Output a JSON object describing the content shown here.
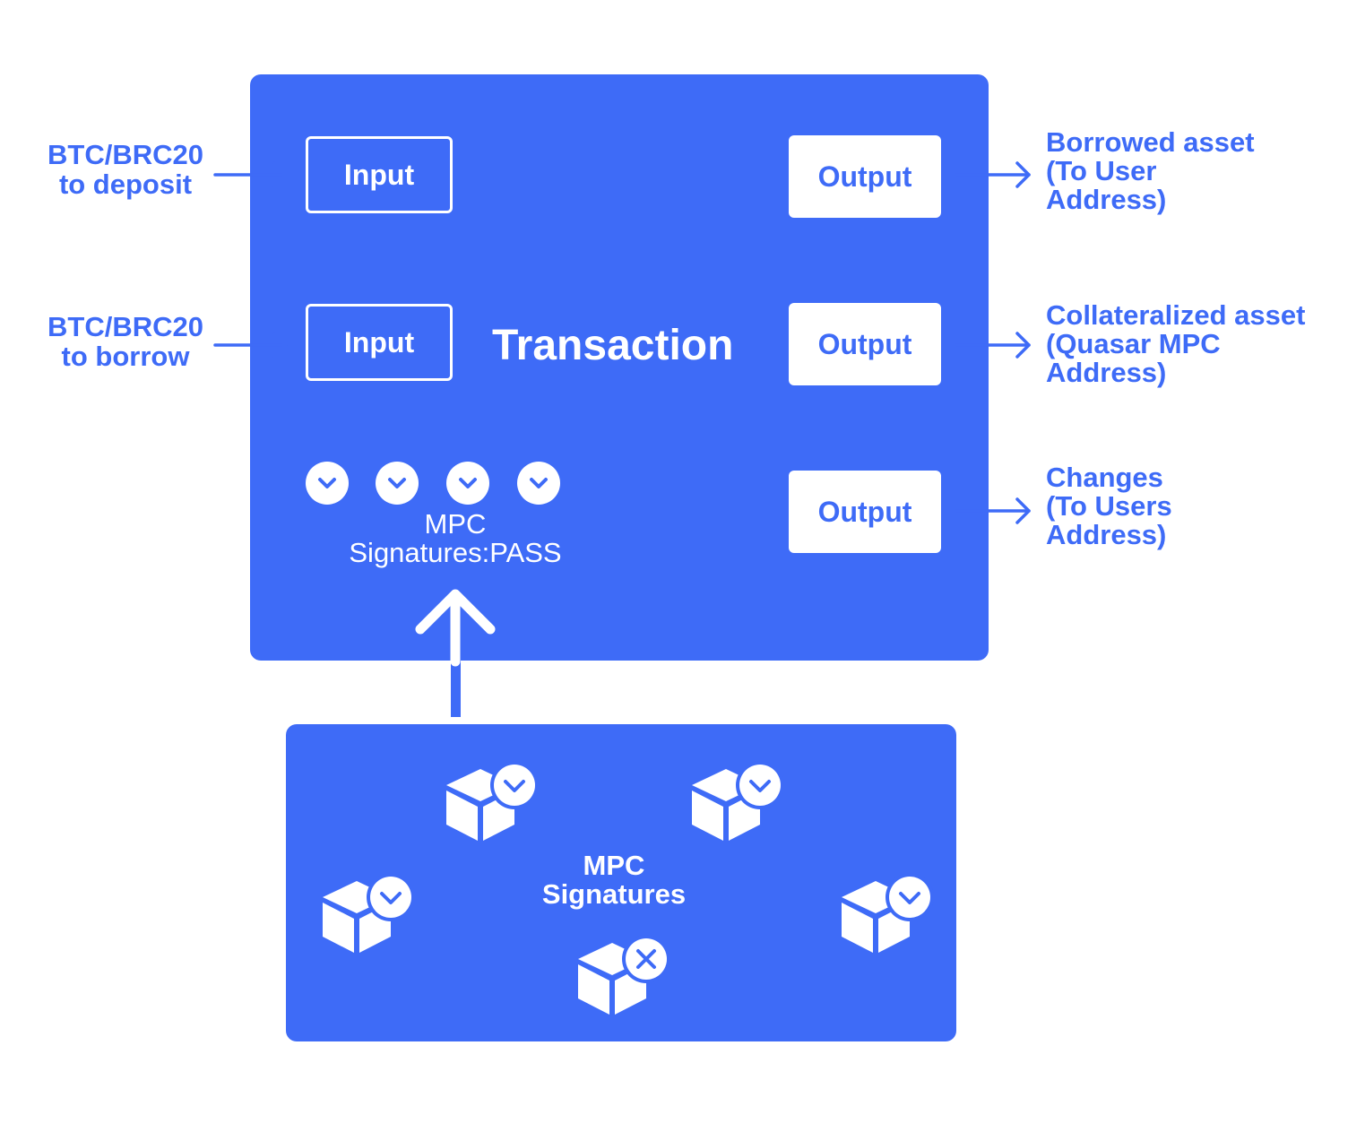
{
  "inputs": [
    {
      "source": [
        "BTC/BRC20",
        "to deposit"
      ],
      "label": "Input"
    },
    {
      "source": [
        "BTC/BRC20",
        "to borrow"
      ],
      "label": "Input"
    }
  ],
  "transaction_title": "Transaction",
  "outputs": [
    {
      "label": "Output",
      "destination": [
        "Borrowed asset",
        "(To User",
        "Address)"
      ]
    },
    {
      "label": "Output",
      "destination": [
        "Collateralized asset",
        "(Quasar MPC",
        "Address)"
      ]
    },
    {
      "label": "Output",
      "destination": [
        "Changes",
        "(To Users",
        "Address)"
      ]
    }
  ],
  "signature_status": [
    "MPC",
    "Signatures:PASS"
  ],
  "signature_checks": 4,
  "mpc_panel_label": [
    "MPC",
    "Signatures"
  ],
  "signers": [
    {
      "status": "approved"
    },
    {
      "status": "approved"
    },
    {
      "status": "approved"
    },
    {
      "status": "approved"
    },
    {
      "status": "rejected"
    }
  ],
  "colors": {
    "accent": "#3e6bf7",
    "background": "#ffffff",
    "text_on_accent": "#ffffff"
  }
}
